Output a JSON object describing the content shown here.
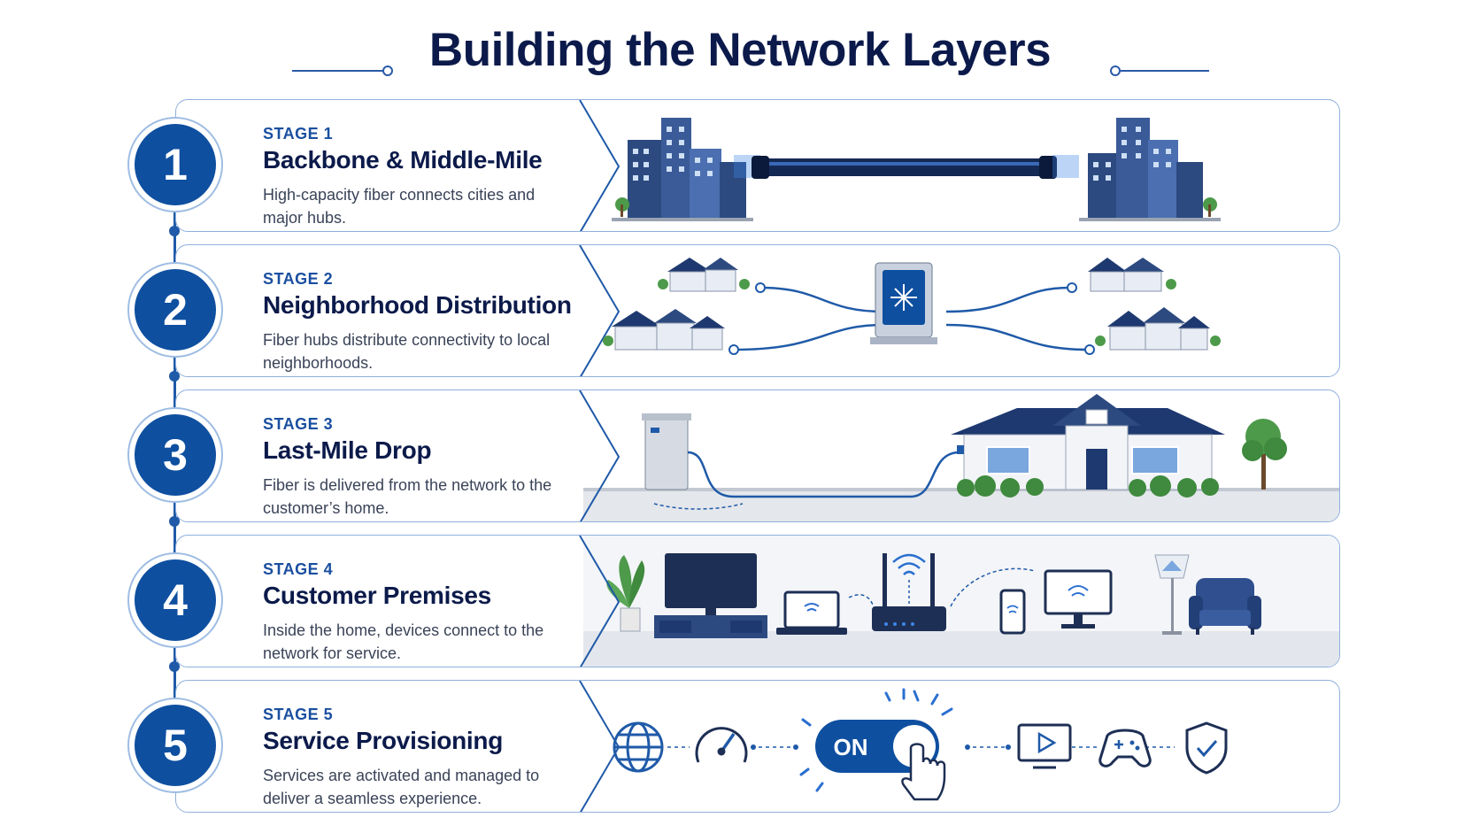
{
  "title": "Building the Network Layers",
  "stages": [
    {
      "number": "1",
      "label": "STAGE 1",
      "title": "Backbone & Middle-Mile",
      "desc": "High-capacity fiber connects cities and major hubs."
    },
    {
      "number": "2",
      "label": "STAGE 2",
      "title": "Neighborhood Distribution",
      "desc": "Fiber hubs distribute connectivity to local neighborhoods."
    },
    {
      "number": "3",
      "label": "STAGE 3",
      "title": "Last-Mile Drop",
      "desc": "Fiber is delivered from the network to the customer’s home."
    },
    {
      "number": "4",
      "label": "STAGE 4",
      "title": "Customer Premises",
      "desc": "Inside the home, devices connect to the network for service."
    },
    {
      "number": "5",
      "label": "STAGE 5",
      "title": "Service Provisioning",
      "desc": "Services are activated and managed to deliver a seamless experience."
    }
  ],
  "toggle": {
    "label": "ON"
  },
  "colors": {
    "primary": "#0e4fa0",
    "navy": "#0b1a4a",
    "accent": "#2a6fd0",
    "border": "#8fb0dc"
  },
  "icons": {
    "stage1": [
      "city-skyline-icon",
      "fiber-cable-icon"
    ],
    "stage2": [
      "neighborhood-houses-icon",
      "fiber-hub-cabinet-icon"
    ],
    "stage3": [
      "street-cabinet-icon",
      "house-icon",
      "tree-icon"
    ],
    "stage4": [
      "plant-icon",
      "tv-icon",
      "laptop-icon",
      "router-icon",
      "phone-icon",
      "monitor-icon",
      "lamp-icon",
      "armchair-icon"
    ],
    "stage5": [
      "globe-icon",
      "speedometer-icon",
      "power-toggle-icon",
      "hand-cursor-icon",
      "video-play-icon",
      "gamepad-icon",
      "shield-check-icon"
    ]
  }
}
